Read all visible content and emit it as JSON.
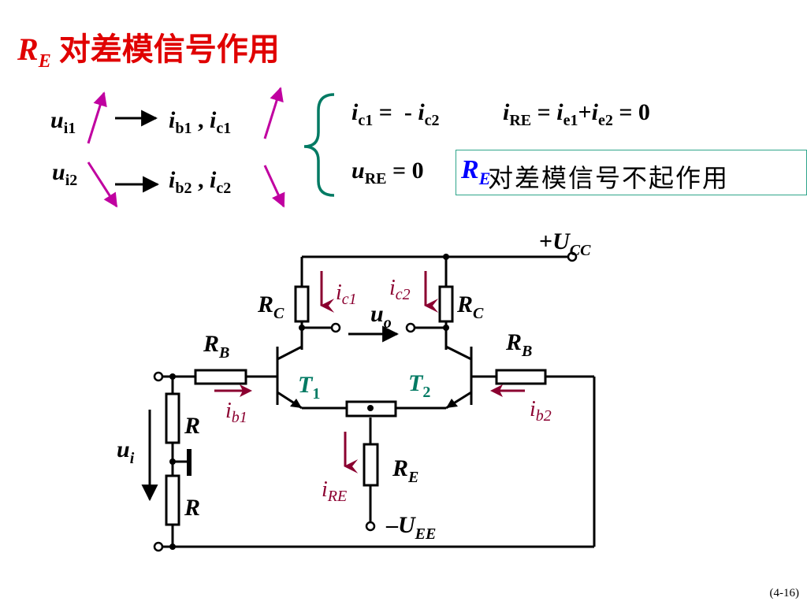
{
  "title": {
    "re_symbol": "R",
    "re_sub": "E",
    "text": " 对差模信号作用"
  },
  "analysis": {
    "row1_input": {
      "sym": "u",
      "sub": "i1"
    },
    "row1_effect": {
      "a": "i",
      "a_sub": "b1",
      "sep": " , ",
      "b": "i",
      "b_sub": "c1"
    },
    "row2_input": {
      "sym": "u",
      "sub": "i2"
    },
    "row2_effect": {
      "a": "i",
      "a_sub": "b2",
      "sep": " , ",
      "b": "i",
      "b_sub": "c2"
    },
    "eq1_lhs": {
      "sym": "i",
      "sub": "c1"
    },
    "eq1_mid": " =  - ",
    "eq1_rhs": {
      "sym": "i",
      "sub": "c2"
    },
    "eq2": {
      "a": "i",
      "a_sub": "RE",
      "eq": " = ",
      "b": "i",
      "b_sub": "e1",
      "plus": "+",
      "c": "i",
      "c_sub": "e2",
      "end": " = 0"
    },
    "eq3": {
      "sym": "u",
      "sub": "RE",
      "end": " = 0"
    },
    "conclusion": {
      "sym": "R",
      "sub": "E",
      "text": "对差模信号不起作用"
    }
  },
  "circuit": {
    "vcc": {
      "prefix": "+",
      "sym": "U",
      "sub": "CC"
    },
    "vee": {
      "prefix": "–",
      "sym": "U",
      "sub": "EE"
    },
    "rc_left": {
      "sym": "R",
      "sub": "C"
    },
    "rc_right": {
      "sym": "R",
      "sub": "C"
    },
    "rb_left": {
      "sym": "R",
      "sub": "B"
    },
    "rb_right": {
      "sym": "R",
      "sub": "B"
    },
    "re": {
      "sym": "R",
      "sub": "E"
    },
    "t1": {
      "sym": "T",
      "sub": "1"
    },
    "t2": {
      "sym": "T",
      "sub": "2"
    },
    "r_top": "R",
    "r_bottom": "R",
    "ui": {
      "sym": "u",
      "sub": "i"
    },
    "uo": {
      "sym": "u",
      "sub": "o"
    },
    "ic1": {
      "sym": "i",
      "sub": "c1"
    },
    "ic2": {
      "sym": "i",
      "sub": "c2"
    },
    "ib1": {
      "sym": "i",
      "sub": "b1"
    },
    "ib2": {
      "sym": "i",
      "sub": "b2"
    },
    "ire": {
      "sym": "i",
      "sub": "RE"
    }
  },
  "colors": {
    "title": "#e00000",
    "arrow_magenta": "#c000a0",
    "current": "#8b0030",
    "transistor_label": "#007a63",
    "conclusion_symbol": "#0000ff",
    "box_border": "#2fa58a"
  },
  "page_number": "(4-16)"
}
